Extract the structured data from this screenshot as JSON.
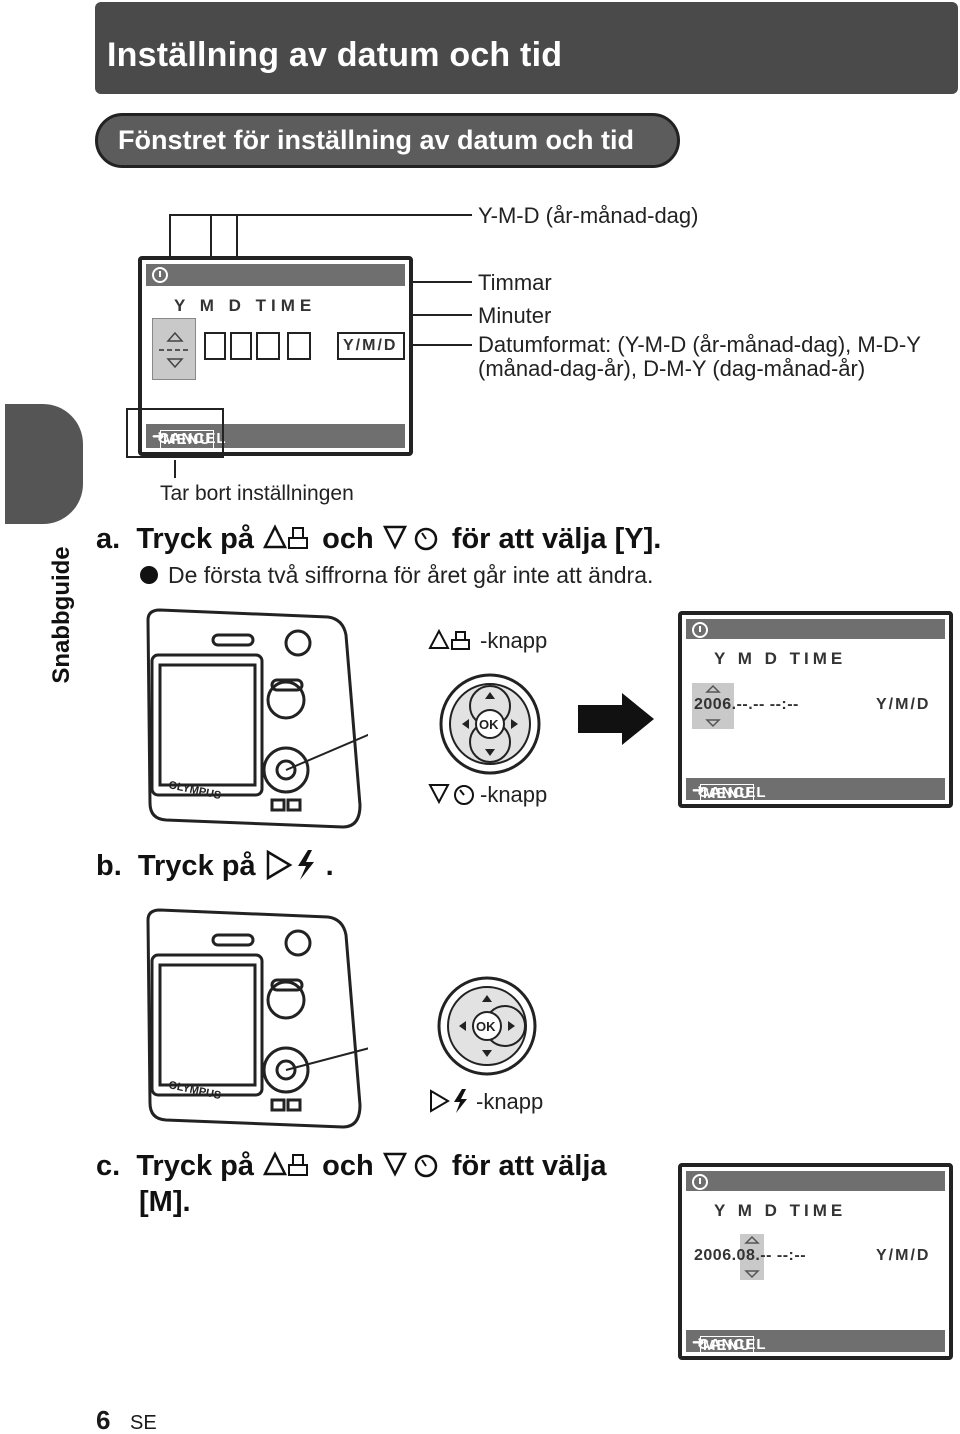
{
  "header": {
    "title": "Inställning av datum och tid"
  },
  "section": {
    "title": "Fönstret för inställning av datum och tid"
  },
  "side_tab": {
    "label": "Snabbguide"
  },
  "diagram": {
    "callouts": {
      "ymd": "Y-M-D (år-månad-dag)",
      "hours": "Timmar",
      "minutes": "Minuter",
      "format_line1": "Datumformat: (Y-M-D (år-månad-dag), M-D-Y",
      "format_line2": "(månad-dag-år), D-M-Y (dag-månad-år)",
      "cancel_note": "Tar bort inställningen"
    },
    "lcd": {
      "head": "Y  M  D TIME",
      "format": "Y/M/D",
      "cancel": "CANCEL",
      "menu": "MENU"
    }
  },
  "steps": {
    "a": {
      "marker": "a.",
      "text_pre": "Tryck på",
      "text_mid": "och",
      "text_post": "för att välja [Y].",
      "note": "De första två siffrorna för året går inte att ändra.",
      "up_label": "-knapp",
      "down_label": "-knapp",
      "lcd_value": "2006.--.-- --:--"
    },
    "b": {
      "marker": "b.",
      "text": "Tryck på",
      "right_label": "-knapp"
    },
    "c": {
      "marker": "c.",
      "text_pre": "Tryck på",
      "text_mid": "och",
      "text_post": "för att välja",
      "text_line2": "[M].",
      "lcd_value": "2006.08.-- --:--"
    }
  },
  "camera": {
    "brand": "OLYMPUS",
    "ok": "OK"
  },
  "footer": {
    "page": "6",
    "lang": "SE"
  }
}
